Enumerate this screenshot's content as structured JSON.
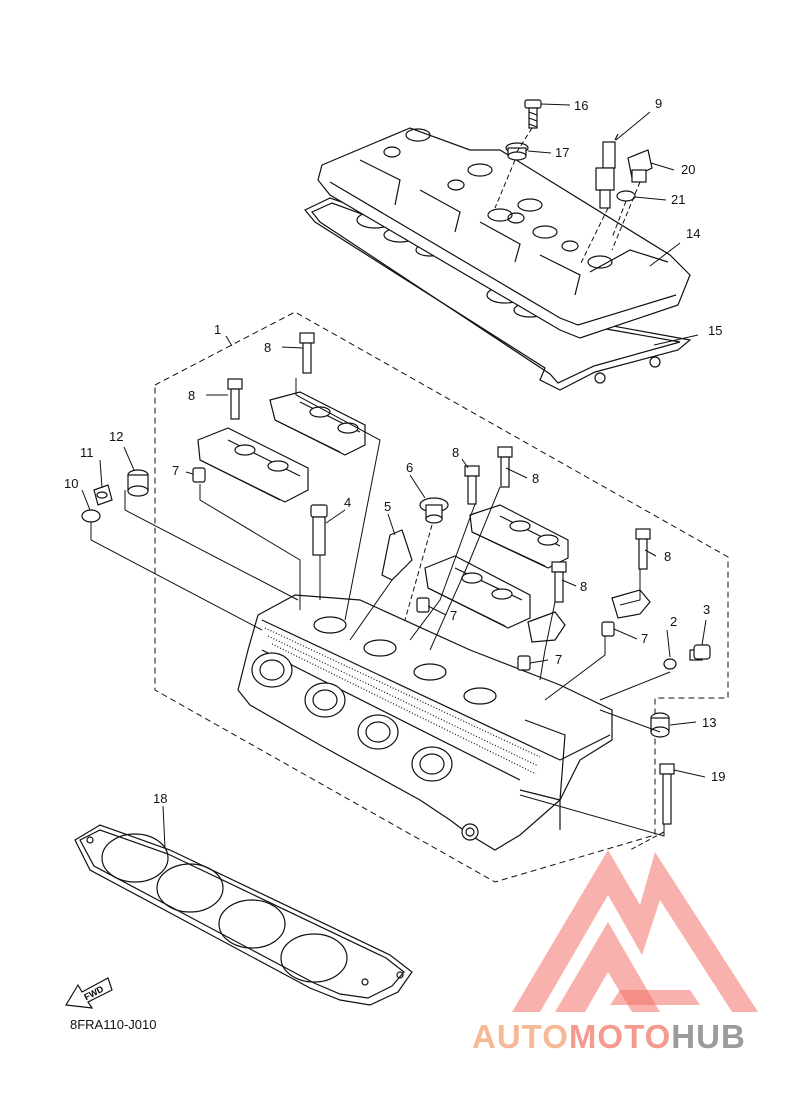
{
  "diagram": {
    "callouts": [
      "1",
      "2",
      "3",
      "4",
      "5",
      "6",
      "7",
      "8",
      "9",
      "10",
      "11",
      "12",
      "13",
      "14",
      "15",
      "16",
      "17",
      "18",
      "19",
      "20",
      "21"
    ],
    "fwd_label": "FWD",
    "drawing_code": "8FRA110-J010"
  },
  "watermark": {
    "part1": "AUTO",
    "part2": "MOTO",
    "part3": "HUB",
    "colors": {
      "auto": "#f6b995",
      "moto": "#f59a8f",
      "hub": "#9b9b9b",
      "logo": "#f4716a"
    }
  }
}
